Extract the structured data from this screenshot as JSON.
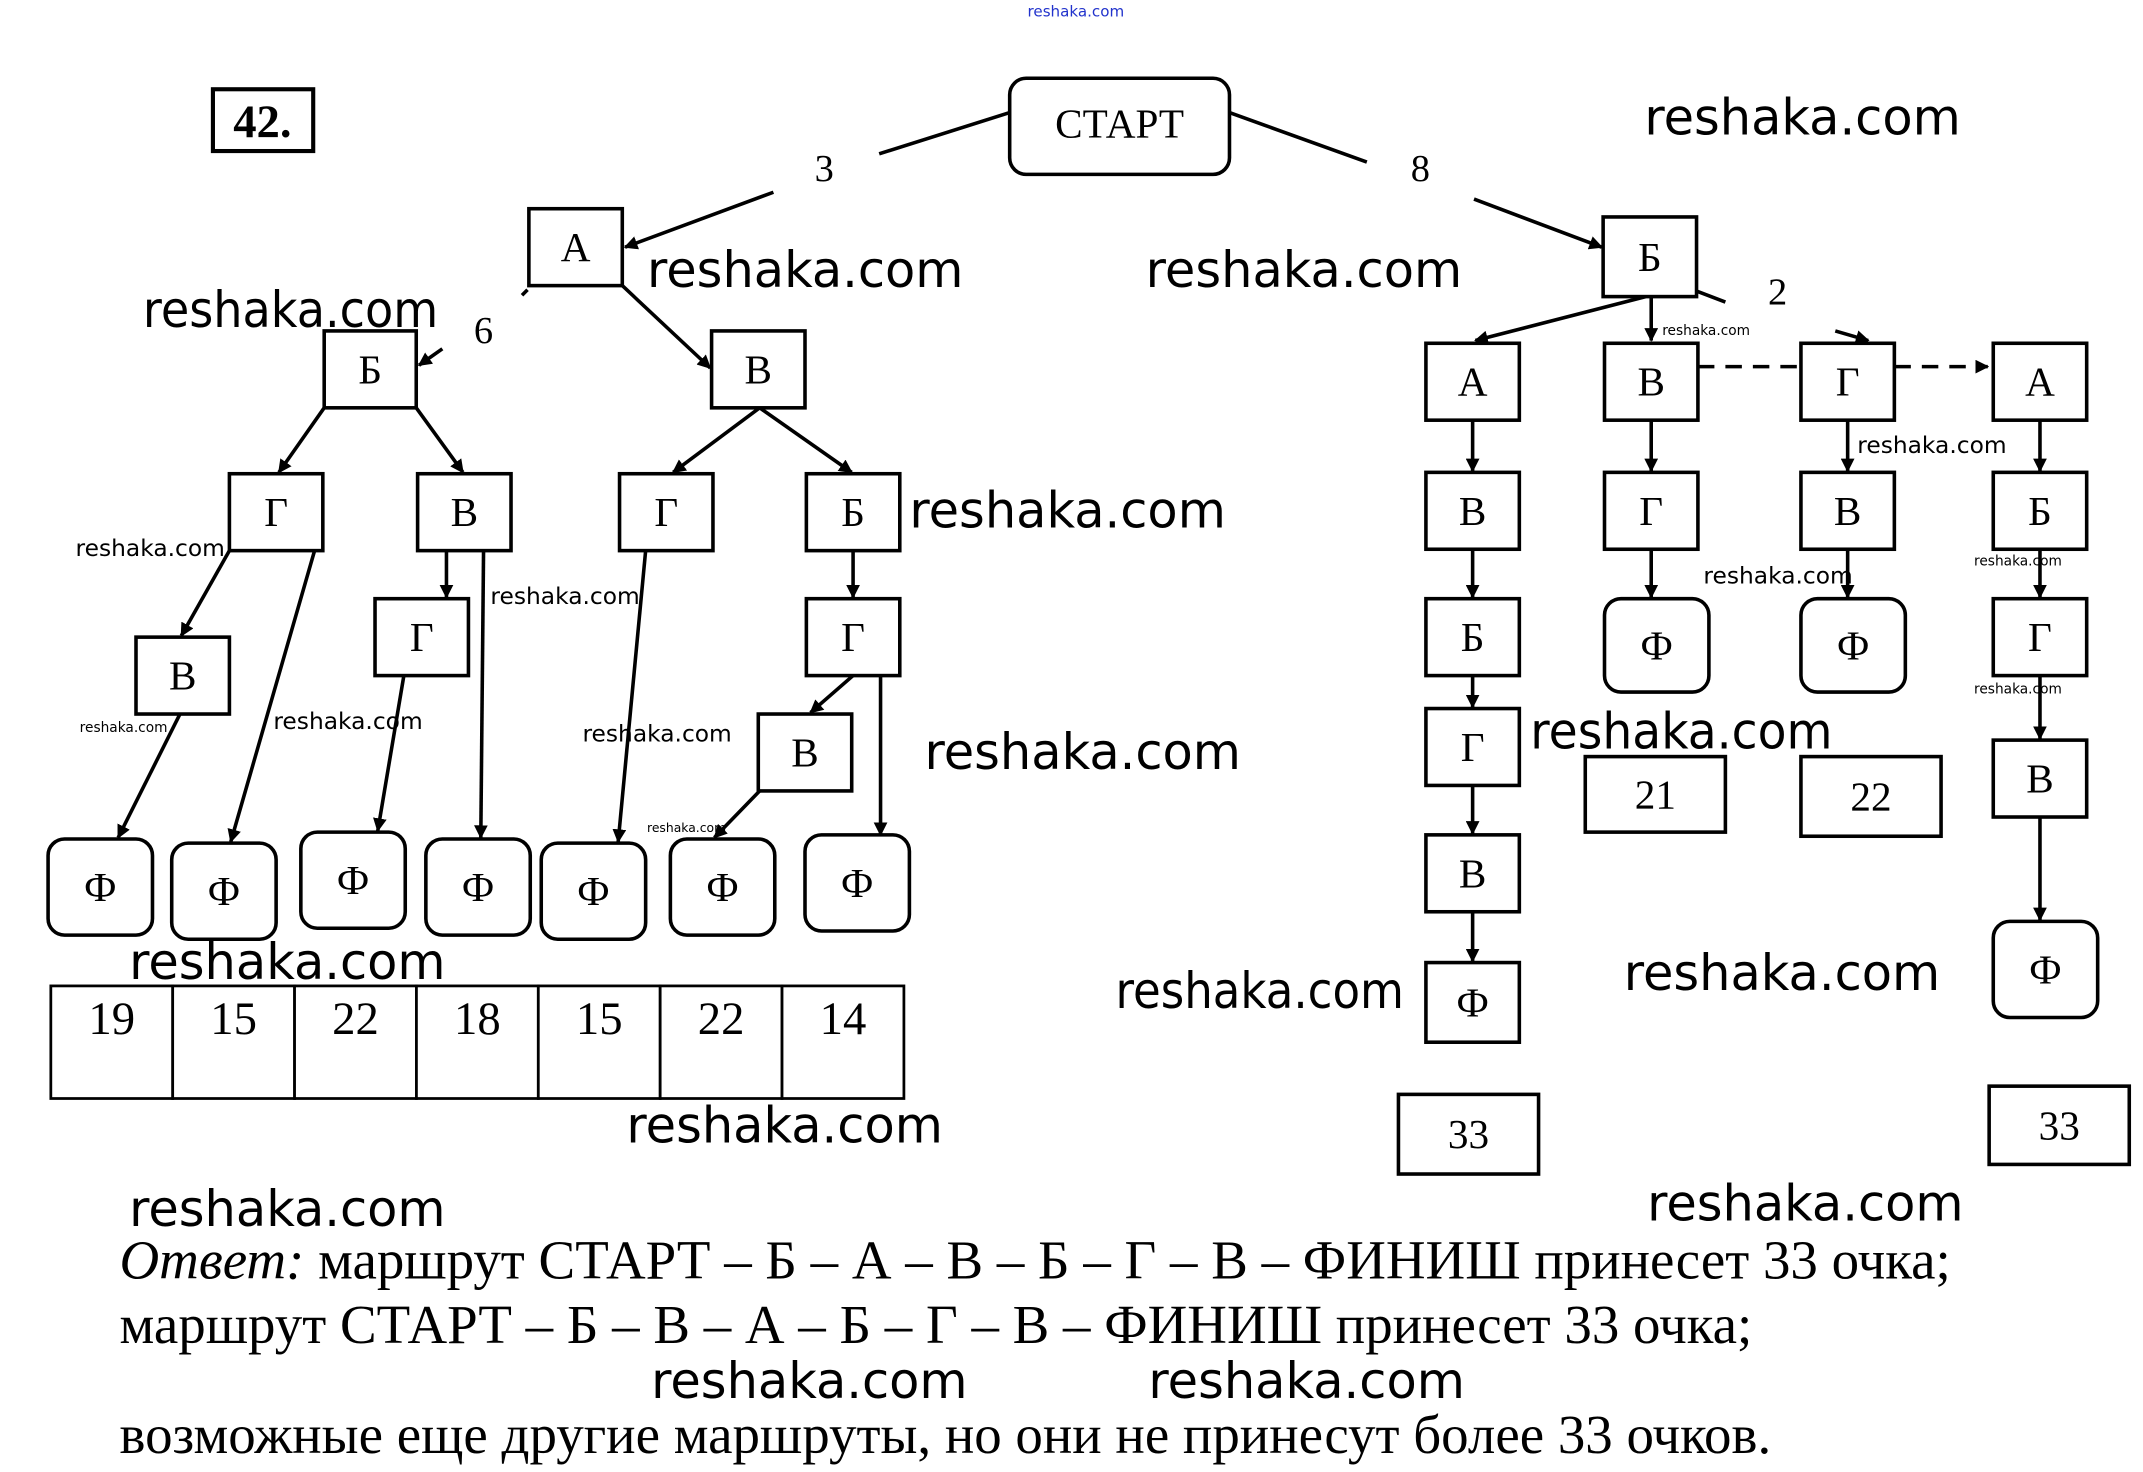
{
  "problem_number": "42.",
  "start_label": "СТАРТ",
  "edge_labels": [
    "3",
    "8",
    "6",
    "2"
  ],
  "nodes": [
    "А",
    "Б",
    "В",
    "Г",
    "В",
    "Г",
    "Б",
    "В",
    "Г",
    "Г",
    "В",
    "Ф",
    "Ф",
    "Ф",
    "Ф",
    "Ф",
    "Ф",
    "Ф",
    "Б",
    "А",
    "В",
    "Б",
    "Г",
    "В",
    "Ф",
    "В",
    "Г",
    "Ф",
    "Г",
    "В",
    "Ф",
    "А",
    "Б",
    "Г",
    "В",
    "Ф"
  ],
  "left_scores": [
    "19",
    "15",
    "22",
    "18",
    "15",
    "22",
    "14"
  ],
  "right_scores": [
    "33",
    "21",
    "22",
    "33"
  ],
  "answer": {
    "prefix": "Ответ:",
    "line1": " маршрут СТАРТ – Б – А – В – Б – Г – В – ФИНИШ принесет 33 очка;",
    "line2": "маршрут СТАРТ – Б – В – А – Б – Г – В – ФИНИШ принесет 33 очка;",
    "line3": "возможные еще другие маршруты, но они не принесут более 33 очков."
  },
  "watermark": "reshaka.com"
}
